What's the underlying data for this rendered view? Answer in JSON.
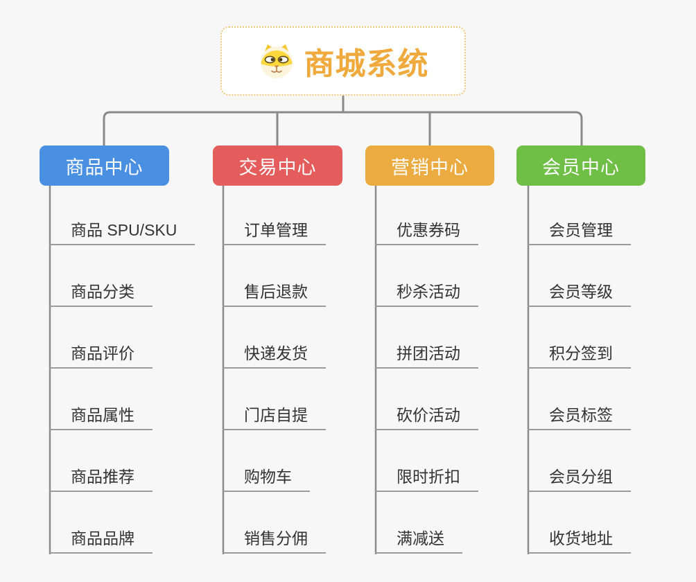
{
  "root": {
    "title": "商城系统",
    "icon": "dog-face-icon",
    "text_color": "#efa93c",
    "border_color": "#f3c678"
  },
  "connector": {
    "color": "#8a8a8a"
  },
  "branches": [
    {
      "label": "商品中心",
      "color": "#4a90e2",
      "children": [
        "商品 SPU/SKU",
        "商品分类",
        "商品评价",
        "商品属性",
        "商品推荐",
        "商品品牌"
      ]
    },
    {
      "label": "交易中心",
      "color": "#e45c5c",
      "children": [
        "订单管理",
        "售后退款",
        "快递发货",
        "门店自提",
        "购物车",
        "销售分佣"
      ]
    },
    {
      "label": "营销中心",
      "color": "#ecab41",
      "children": [
        "优惠券码",
        "秒杀活动",
        "拼团活动",
        "砍价活动",
        "限时折扣",
        "满减送"
      ]
    },
    {
      "label": "会员中心",
      "color": "#6fbe45",
      "children": [
        "会员管理",
        "会员等级",
        "积分签到",
        "会员标签",
        "会员分组",
        "收货地址"
      ]
    }
  ]
}
